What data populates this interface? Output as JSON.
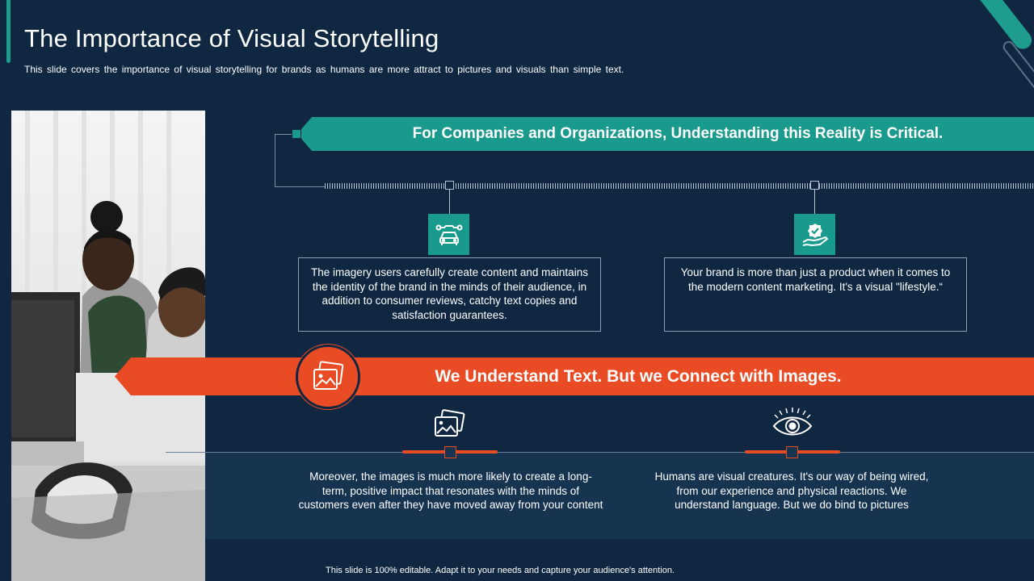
{
  "header": {
    "title": "The Importance of Visual Storytelling",
    "subtitle": "This slide covers the importance of visual storytelling for brands as humans are more attract to pictures and visuals than simple text."
  },
  "banner_top": {
    "text": "For Companies and Organizations, Understanding this Reality is Critical."
  },
  "cards_top": [
    {
      "icon": "wrench-car-icon",
      "text": "The imagery users carefully create content and maintains the identity of the brand in the minds of their audience, in addition to consumer reviews, catchy text copies and satisfaction guarantees."
    },
    {
      "icon": "hand-badge-icon",
      "text": "Your brand is more than just a product when it comes to the modern content marketing. It's a visual \"lifestyle.“"
    }
  ],
  "banner_bottom": {
    "icon": "image-icon",
    "text": "We Understand Text. But we Connect with Images."
  },
  "cards_bottom": [
    {
      "icon": "photos-icon",
      "text": "Moreover, the images is much more likely to create a long-term, positive impact that resonates with the minds of customers even after they have moved away from your content"
    },
    {
      "icon": "eye-icon",
      "text": "Humans are visual creatures. It's our way of being wired, from our experience and physical reactions. We understand language. But we do bind to pictures"
    }
  ],
  "footer": {
    "text": "This slide is 100% editable. Adapt it to your needs and capture your audience's attention."
  },
  "colors": {
    "background": "#0f2740",
    "teal": "#1a9a8c",
    "orange": "#e94b25",
    "panel": "#163350"
  }
}
